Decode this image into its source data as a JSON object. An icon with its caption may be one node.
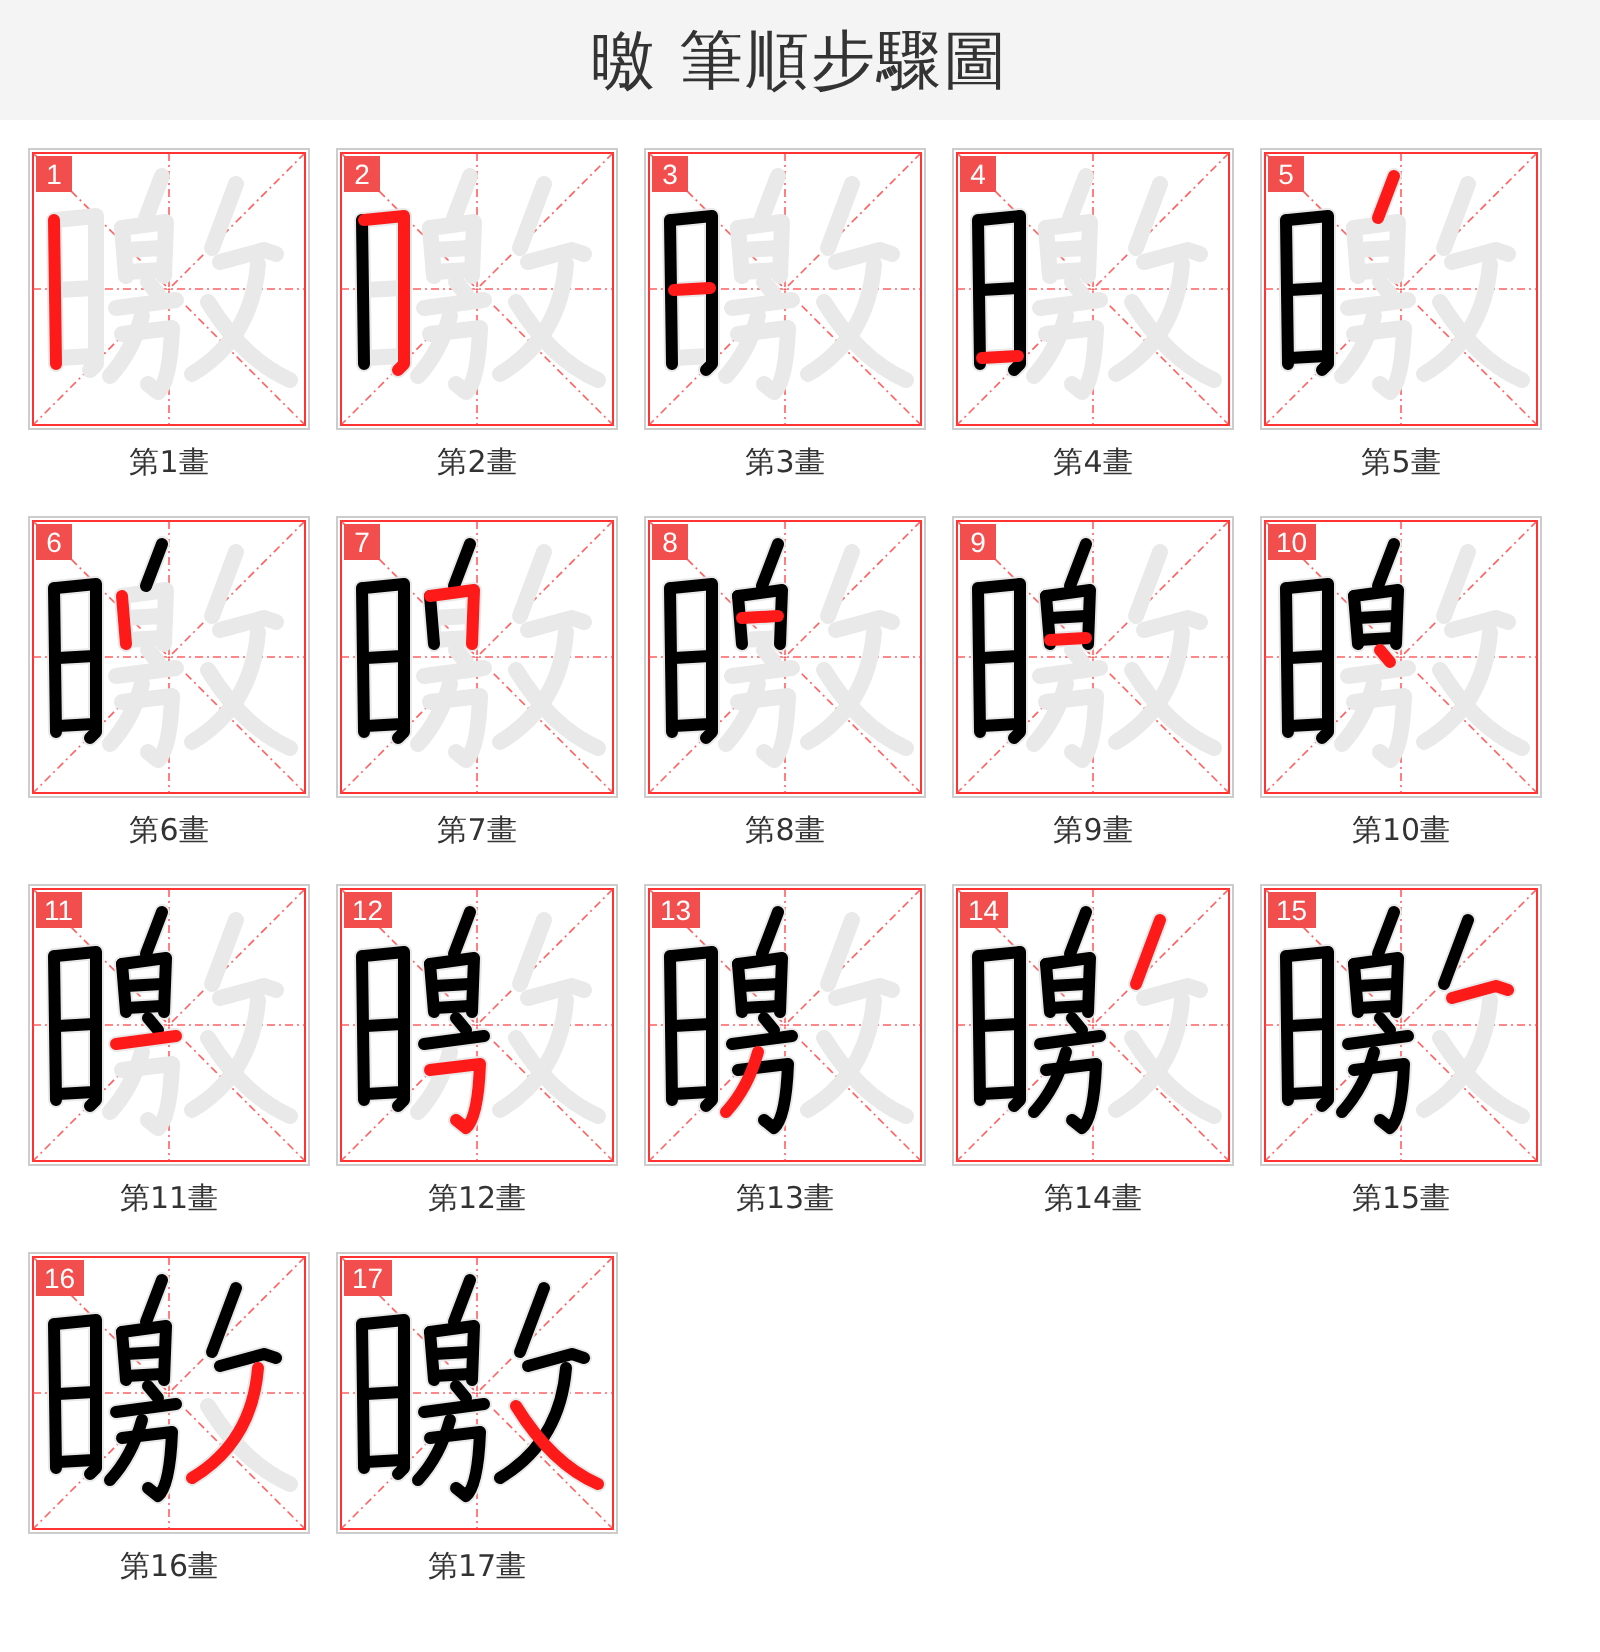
{
  "diagram": {
    "title": "曒 筆順步驟圖",
    "nodes": [
      {
        "text": [
          "1"
        ],
        "beside": [
          "第1畫"
        ]
      },
      {
        "text": [
          "2"
        ],
        "beside": [
          "第2畫"
        ]
      },
      {
        "text": [
          "3"
        ],
        "beside": [
          "第3畫"
        ]
      },
      {
        "text": [
          "4"
        ],
        "beside": [
          "第4畫"
        ]
      },
      {
        "text": [
          "5"
        ],
        "beside": [
          "第5畫"
        ]
      },
      {
        "text": [
          "6"
        ],
        "beside": [
          "第6畫"
        ]
      },
      {
        "text": [
          "7"
        ],
        "beside": [
          "第7畫"
        ]
      },
      {
        "text": [
          "8"
        ],
        "beside": [
          "第8畫"
        ]
      },
      {
        "text": [
          "9"
        ],
        "beside": [
          "第9畫"
        ]
      },
      {
        "text": [
          "10"
        ],
        "beside": [
          "第10畫"
        ]
      },
      {
        "text": [
          "11"
        ],
        "beside": [
          "第11畫"
        ]
      },
      {
        "text": [
          "12"
        ],
        "beside": [
          "第12畫"
        ]
      },
      {
        "text": [
          "13"
        ],
        "beside": [
          "第13畫"
        ]
      },
      {
        "text": [
          "14"
        ],
        "beside": [
          "第14畫"
        ]
      },
      {
        "text": [
          "15"
        ],
        "beside": [
          "第15畫"
        ]
      },
      {
        "text": [
          "16"
        ],
        "beside": [
          "第16畫"
        ]
      },
      {
        "text": [
          "17"
        ],
        "beside": [
          "第17畫"
        ]
      }
    ]
  }
}
